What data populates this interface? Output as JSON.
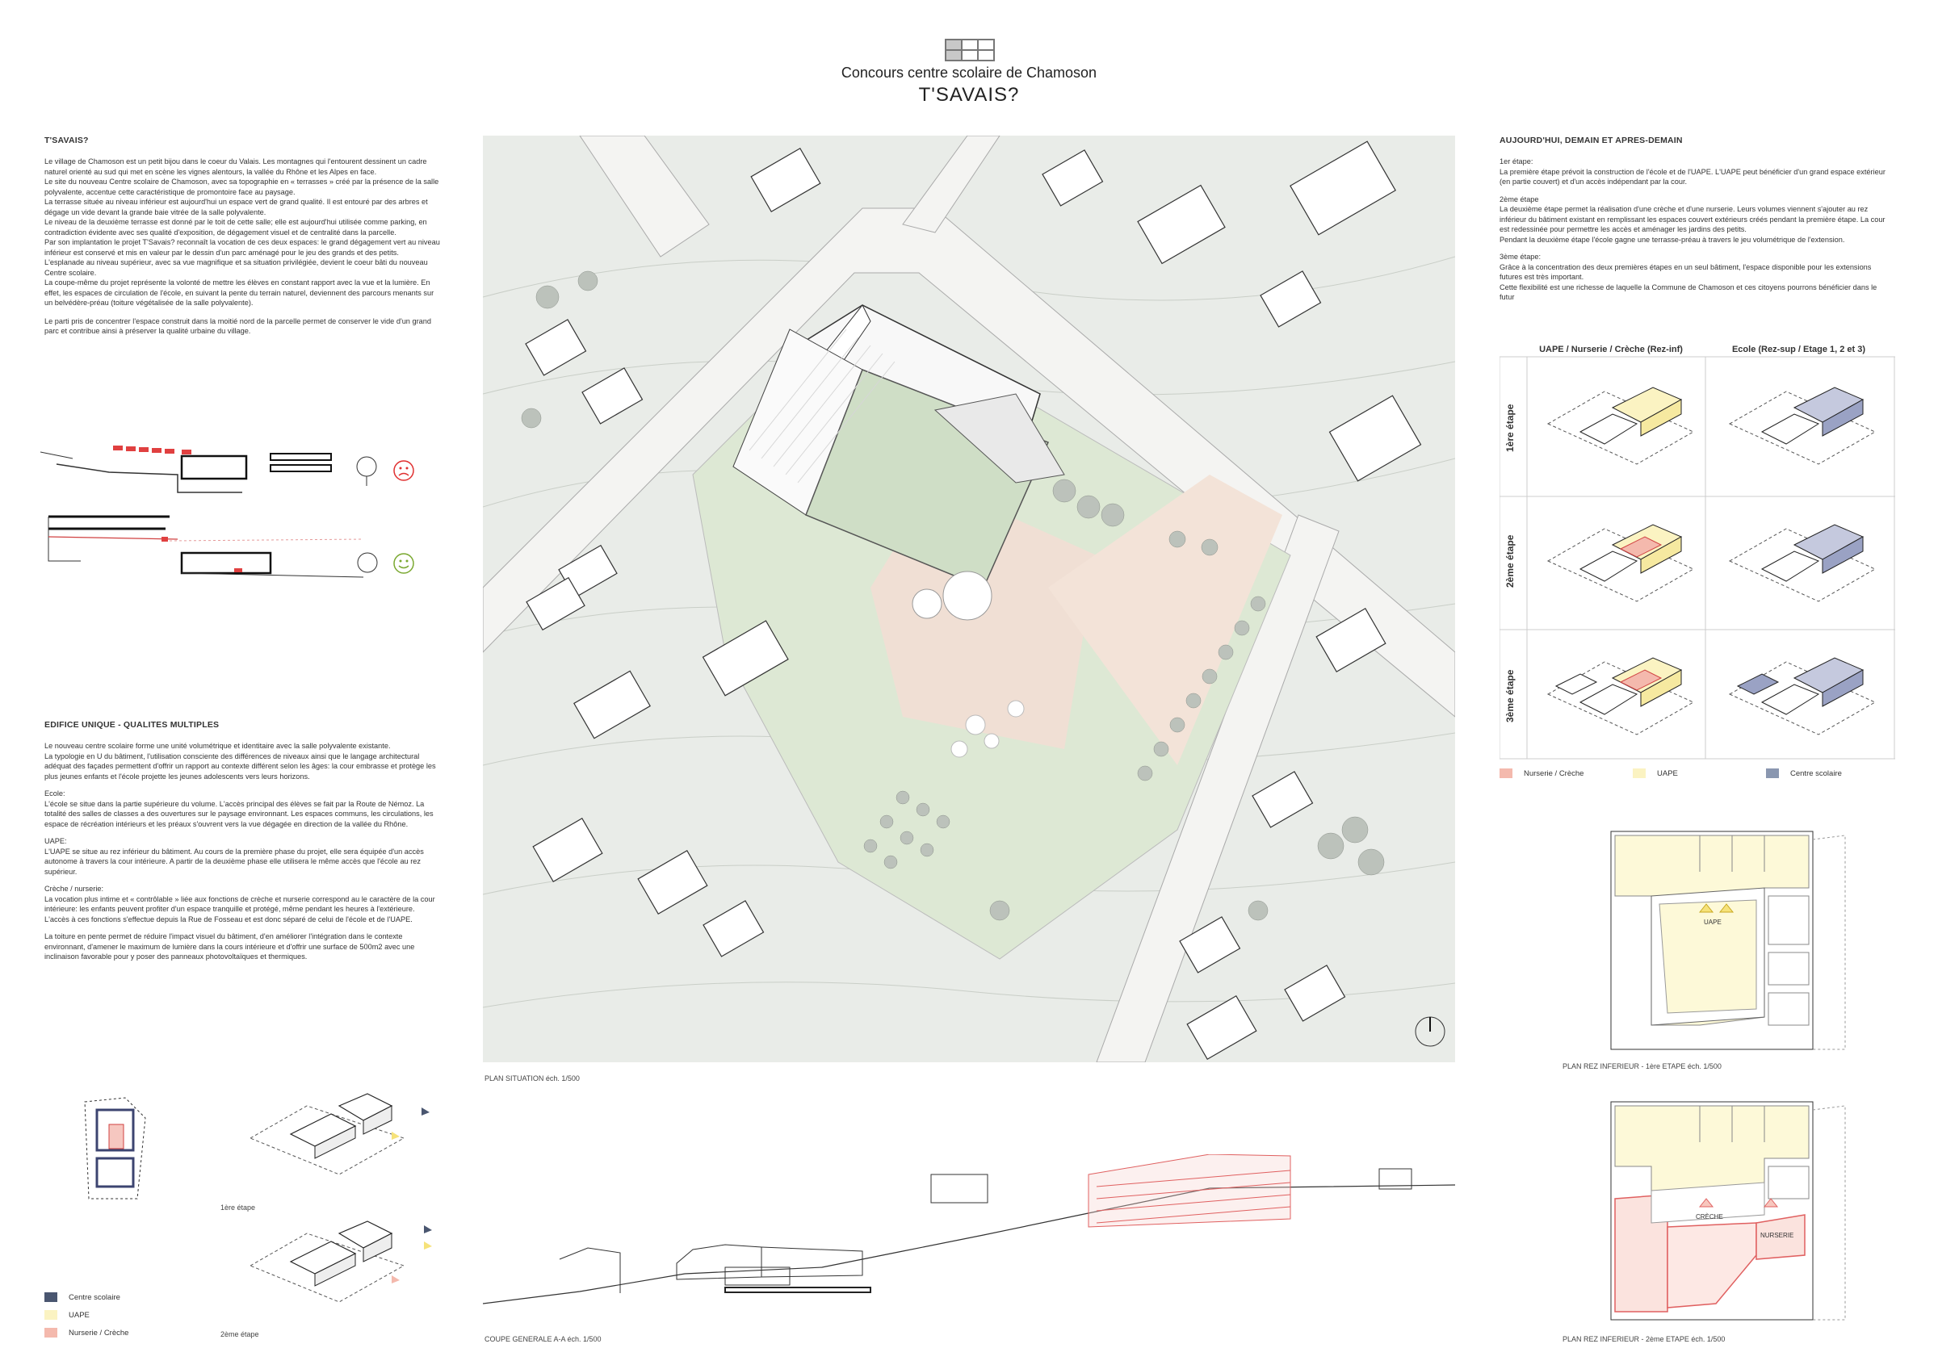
{
  "header": {
    "subtitle": "Concours centre scolaire de Chamoson",
    "title": "T'SAVAIS?"
  },
  "left": {
    "section1_title": "T'SAVAIS?",
    "section1_paragraphs": [
      "Le village de Chamoson est un petit bijou dans le coeur du Valais. Les montagnes qui l'entourent dessinent un cadre naturel orienté au sud qui met en scène les vignes alentours, la vallée du Rhône et les Alpes en face.",
      "Le site du nouveau Centre scolaire de Chamoson, avec sa topographie en « terrasses » créé par la présence de la salle polyvalente, accentue cette caractéristique de promontoire face au paysage.",
      "La terrasse située au niveau inférieur est aujourd'hui un espace vert de grand qualité. Il est entouré par des arbres et dégage un vide devant la grande baie vitrée de la salle polyvalente.",
      "Le niveau de la deuxième terrasse est donné par le toit de cette salle; elle est aujourd'hui utilisée comme parking, en contradiction évidente avec ses qualité d'exposition, de dégagement visuel et de centralité dans la parcelle.",
      "Par son implantation le projet T'Savais? reconnaît la vocation de ces deux espaces: le grand dégagement vert au niveau inférieur est conservé et mis en valeur par le dessin d'un parc aménagé pour le jeu des grands et des petits. L'esplanade au niveau supérieur, avec sa vue magnifique et sa situation privilégiée, devient le coeur bâti du nouveau Centre scolaire.",
      "La coupe-même du projet représente la volonté de mettre les élèves en constant rapport avec la vue et la lumière. En effet, les espaces de circulation de l'école, en suivant la pente du terrain naturel, deviennent des parcours menants sur un belvédère-préau (toiture végétalisée de la salle polyvalente).",
      "Le parti pris de concentrer l'espace construit dans la moitié nord de la parcelle permet de conserver le vide d'un grand parc et contribue ainsi à préserver la qualité urbaine du village."
    ],
    "section2_title": "EDIFICE UNIQUE - QUALITES MULTIPLES",
    "section2_paragraphs": [
      "Le nouveau centre scolaire forme une unité volumétrique et identitaire avec la salle polyvalente existante.",
      "La typologie en U du bâtiment, l'utilisation consciente des différences de niveaux ainsi que le langage architectural adéquat des façades permettent d'offrir un rapport au contexte différent selon les âges: la cour embrasse et protège les plus jeunes enfants et l'école projette les jeunes adolescents vers leurs horizons.",
      "Ecole:",
      "L'école se situe dans la partie supérieure du volume. L'accès principal des élèves se fait par la Route de Némoz. La totalité des salles de classes a des ouvertures sur le paysage environnant. Les espaces communs, les circulations, les espace de récréation intérieurs et les préaux s'ouvrent vers la vue dégagée en direction de la vallée du Rhône.",
      "UAPE:",
      "L'UAPE se situe au rez inférieur du bâtiment. Au cours de la première phase du projet, elle sera équipée d'un accès autonome à travers la cour intérieure. A partir de la deuxième phase elle utilisera le même accès que l'école au rez supérieur.",
      "Crèche / nurserie:",
      "La vocation plus intime et « contrôlable » liée aux fonctions de crèche et nurserie correspond au le caractère de la cour intérieure: les enfants peuvent profiter d'un espace tranquille et protégé, même pendant les heures à l'extérieure.",
      "L'accès à ces fonctions s'effectue depuis la Rue de Fosseau et est donc séparé de celui de l'école et de l'UAPE.",
      "La toiture en pente permet de réduire l'impact visuel du bâtiment, d'en améliorer l'intégration dans le contexte environnant, d'amener le maximum de lumière dans la cours intérieure et d'offrir une surface de 500m2 avec une inclinaison favorable pour y poser des panneaux photovoltaïques et thermiques."
    ],
    "stage1_label": "1ère étape",
    "stage2_label": "2ème étape",
    "legend": [
      {
        "label": "Centre scolaire",
        "color": "#4a5670"
      },
      {
        "label": "UAPE",
        "color": "#fbf3c2"
      },
      {
        "label": "Nurserie / Crèche",
        "color": "#f4b9ad"
      }
    ]
  },
  "center": {
    "plan_caption": "PLAN SITUATION éch. 1/500",
    "section_caption": "COUPE GENERALE A-A éch. 1/500"
  },
  "right": {
    "title": "AUJOURD'HUI, DEMAIN ET APRES-DEMAIN",
    "paragraphs": [
      "1er étape:",
      "La première étape prévoit la construction de l'école et de l'UAPE. L'UAPE peut bénéficier d'un grand espace extérieur (en partie couvert) et d'un accès indépendant par la cour.",
      "2ème étape",
      "La deuxième étape permet la réalisation d'une crèche et d'une nurserie. Leurs volumes viennent s'ajouter au rez inférieur du bâtiment existant en remplissant les espaces couvert extérieurs créés pendant la première étape. La cour est redessinée pour permettre les accès et aménager les jardins des petits.",
      "Pendant la deuxième étape l'école gagne une terrasse-préau à travers le jeu volumétrique de l'extension.",
      "3ème étape:",
      "Grâce à la concentration des deux premières étapes en un seul bâtiment, l'espace disponible pour les extensions futures est très important.",
      "Cette flexibilité est une richesse de laquelle la Commune de Chamoson et ces citoyens pourrons bénéficier dans le futur"
    ],
    "matrix_col1": "UAPE / Nurserie / Crèche (Rez-inf)",
    "matrix_col2": "Ecole (Rez-sup / Etage 1, 2 et 3)",
    "matrix_rows": [
      "1ère étape",
      "2ème étape",
      "3ème étape"
    ],
    "legend": [
      {
        "label": "Nurserie / Crèche",
        "color": "#f4b9ad"
      },
      {
        "label": "UAPE",
        "color": "#fbf3c2"
      },
      {
        "label": "Centre scolaire",
        "color": "#8a97b0"
      }
    ],
    "plan1_caption": "PLAN REZ INFERIEUR - 1ère ETAPE éch. 1/500",
    "plan2_caption": "PLAN REZ INFERIEUR - 2ème ETAPE éch. 1/500",
    "plan1_room": "UAPE",
    "plan2_room1": "CRÈCHE",
    "plan2_room2": "NURSERIE"
  }
}
